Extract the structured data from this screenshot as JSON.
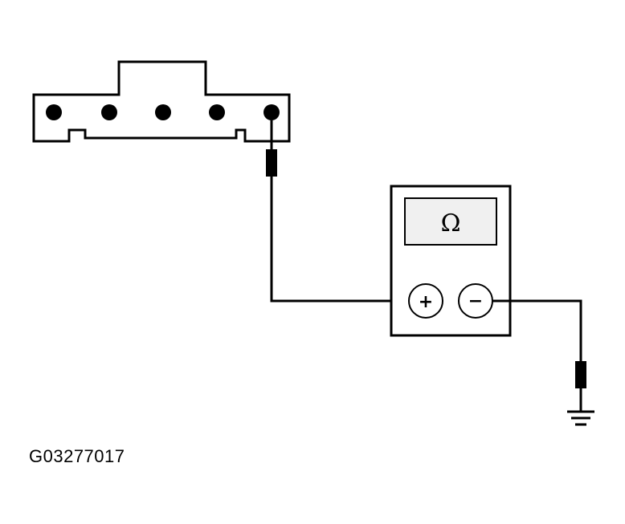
{
  "diagram": {
    "figure_id": "G03277017",
    "meter": {
      "display_symbol": "Ω",
      "positive_label": "+",
      "negative_label": "−"
    },
    "connector": {
      "pin_count": 5,
      "probed_pin": 5
    },
    "colors": {
      "line": "#000000",
      "background": "#ffffff",
      "display_fill": "#f0f0f0"
    }
  }
}
